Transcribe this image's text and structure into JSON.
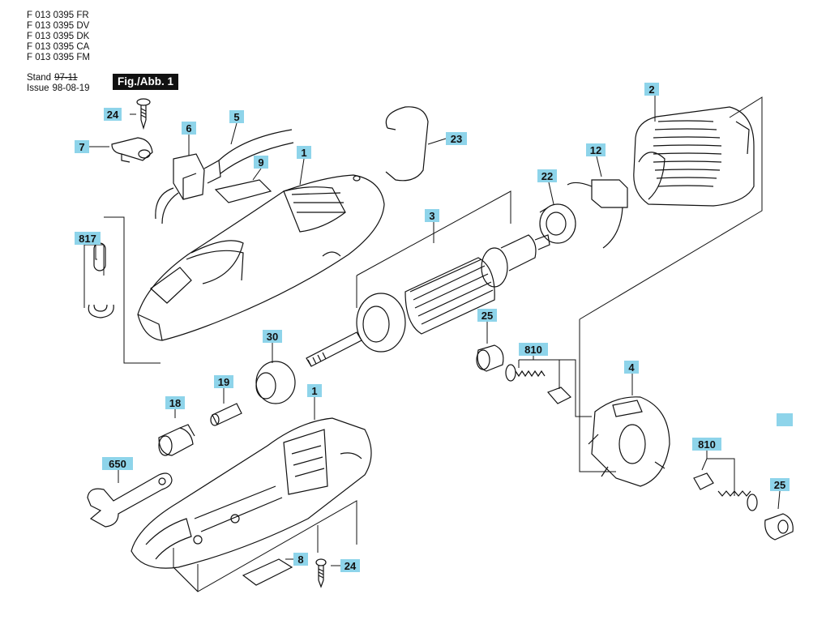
{
  "header": {
    "codes": [
      "F 013 0395 FR",
      "F 013 0395 DV",
      "F 013 0395 DK",
      "F 013 0395 CA",
      "F 013 0395 FM"
    ],
    "stand_label": "Stand",
    "stand_value": "97-11",
    "issue_label": "Issue",
    "issue_value": "98-08-19",
    "figure": "Fig./Abb. 1"
  },
  "callouts": {
    "c24a": "24",
    "c6": "6",
    "c5": "5",
    "c7": "7",
    "c1a": "1",
    "c9": "9",
    "c23": "23",
    "c2": "2",
    "c12": "12",
    "c22": "22",
    "c3": "3",
    "c817": "817",
    "c25a": "25",
    "c810a": "810",
    "c30": "30",
    "c4": "4",
    "c19": "19",
    "c18": "18",
    "c1b": "1",
    "c650": "650",
    "c810b": "810",
    "c25b": "25",
    "c8": "8",
    "c24b": "24"
  },
  "colors": {
    "label_bg": "#8ed4ea",
    "line": "#111111"
  }
}
